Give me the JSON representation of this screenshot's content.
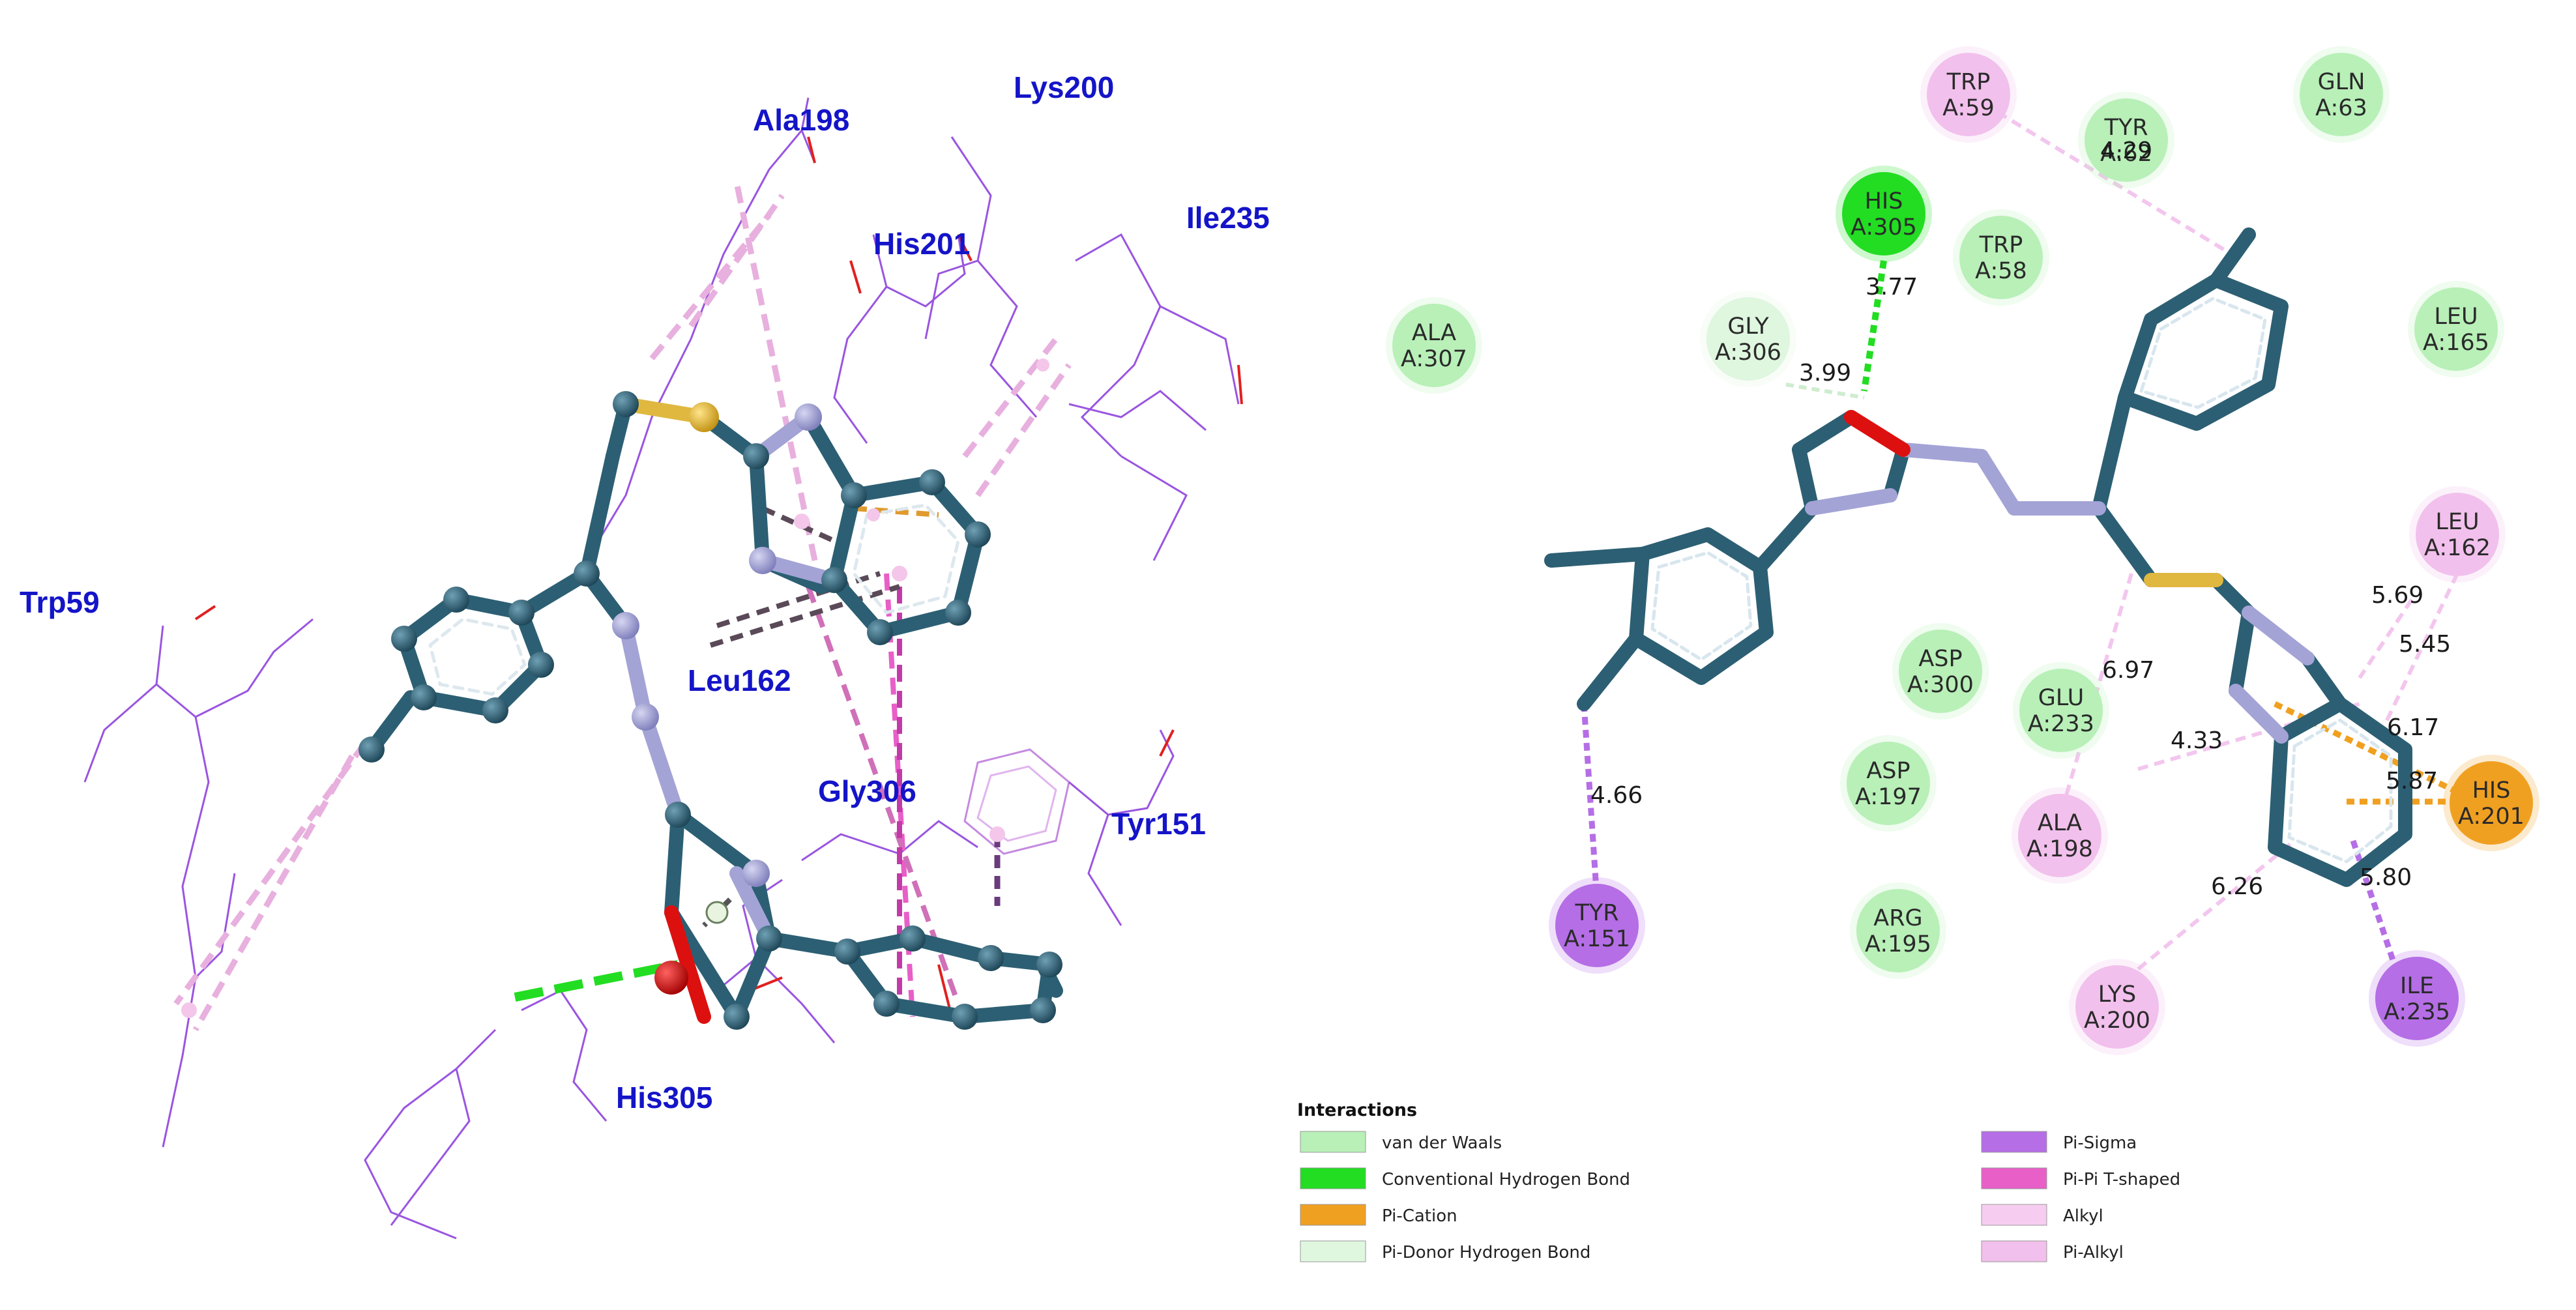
{
  "colors": {
    "van_der_waals": "#b8f0b8",
    "conventional_hbond": "#22dd22",
    "pi_cation": "#f0a020",
    "pi_donor_hbond": "#dff6df",
    "pi_sigma": "#b56ee6",
    "pi_pi_tshaped": "#e85fc8",
    "alkyl": "#f6cdf0",
    "pi_alkyl": "#f2c0ec",
    "ligand_bond": "#2c5f73",
    "nitrogen": "#a3a3d6",
    "oxygen": "#dd1010",
    "sulfur": "#e0b840",
    "residue_label_3d": "#1414c8"
  },
  "left_panel_3d": {
    "residue_labels": [
      "Ala198",
      "Lys200",
      "His201",
      "Ile235",
      "Trp59",
      "Leu162",
      "Gly306",
      "Tyr151",
      "His305"
    ]
  },
  "right_panel_2d": {
    "residues": [
      {
        "name": "TRP",
        "id": "A:59",
        "type": "pi_alkyl"
      },
      {
        "name": "GLN",
        "id": "A:63",
        "type": "van_der_waals"
      },
      {
        "name": "TYR",
        "id": "A:62",
        "type": "van_der_waals"
      },
      {
        "name": "HIS",
        "id": "A:305",
        "type": "conventional_hbond"
      },
      {
        "name": "TRP",
        "id": "A:58",
        "type": "van_der_waals"
      },
      {
        "name": "ALA",
        "id": "A:307",
        "type": "van_der_waals"
      },
      {
        "name": "GLY",
        "id": "A:306",
        "type": "pi_donor_hbond"
      },
      {
        "name": "LEU",
        "id": "A:165",
        "type": "van_der_waals"
      },
      {
        "name": "LEU",
        "id": "A:162",
        "type": "pi_alkyl"
      },
      {
        "name": "ASP",
        "id": "A:300",
        "type": "van_der_waals"
      },
      {
        "name": "GLU",
        "id": "A:233",
        "type": "van_der_waals"
      },
      {
        "name": "ASP",
        "id": "A:197",
        "type": "van_der_waals"
      },
      {
        "name": "ALA",
        "id": "A:198",
        "type": "pi_alkyl"
      },
      {
        "name": "HIS",
        "id": "A:201",
        "type": "pi_cation"
      },
      {
        "name": "TYR",
        "id": "A:151",
        "type": "pi_sigma"
      },
      {
        "name": "ARG",
        "id": "A:195",
        "type": "van_der_waals"
      },
      {
        "name": "LYS",
        "id": "A:200",
        "type": "pi_alkyl"
      },
      {
        "name": "ILE",
        "id": "A:235",
        "type": "pi_sigma"
      }
    ],
    "distances": [
      "4.29",
      "3.77",
      "3.99",
      "6.97",
      "5.69",
      "5.45",
      "6.17",
      "4.33",
      "5.87",
      "5.80",
      "6.26",
      "4.66"
    ]
  },
  "legend": {
    "title": "Interactions",
    "items": [
      {
        "label": "van der Waals",
        "color_key": "van_der_waals"
      },
      {
        "label": "Conventional Hydrogen Bond",
        "color_key": "conventional_hbond"
      },
      {
        "label": "Pi-Cation",
        "color_key": "pi_cation"
      },
      {
        "label": "Pi-Donor Hydrogen Bond",
        "color_key": "pi_donor_hbond"
      },
      {
        "label": "Pi-Sigma",
        "color_key": "pi_sigma"
      },
      {
        "label": "Pi-Pi T-shaped",
        "color_key": "pi_pi_tshaped"
      },
      {
        "label": "Alkyl",
        "color_key": "alkyl"
      },
      {
        "label": "Pi-Alkyl",
        "color_key": "pi_alkyl"
      }
    ]
  }
}
